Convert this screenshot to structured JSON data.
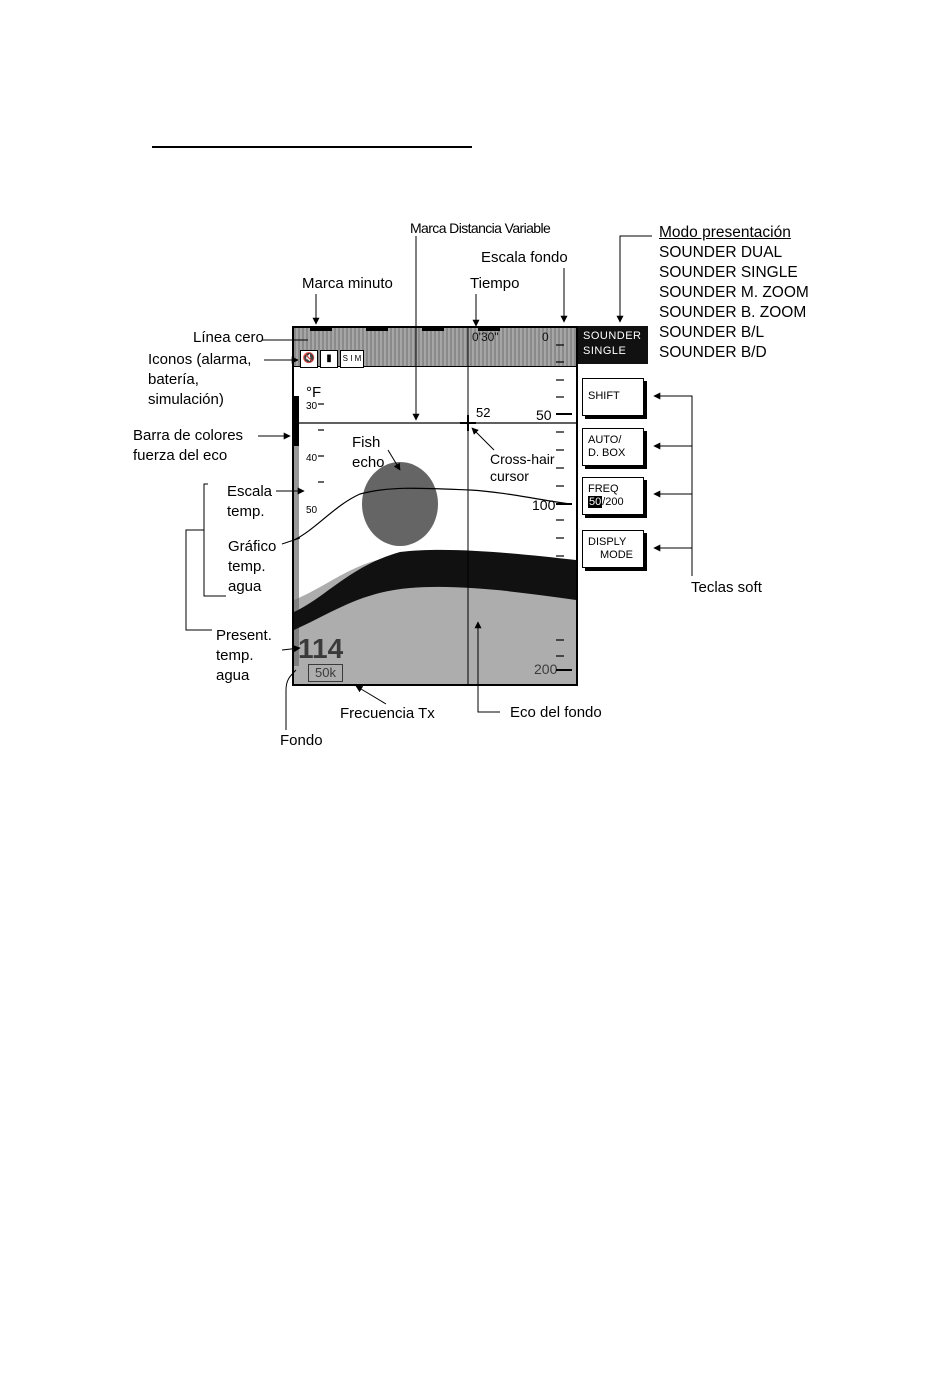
{
  "screen": {
    "time_label": "0'30\"",
    "zero_label": "0",
    "temp_unit": "°F",
    "temp_ticks": [
      "30",
      "40",
      "50"
    ],
    "cursor_value": "52",
    "depth_ticks": [
      "50",
      "100",
      "200"
    ],
    "depth_readout": "114",
    "tx_frequency": "50k",
    "icons": [
      "alarm-icon",
      "battery-icon",
      "simulation-icon"
    ],
    "sim_icon_text": "S I M"
  },
  "mode_box": {
    "line1": "SOUNDER",
    "line2": "SINGLE"
  },
  "soft_keys": [
    {
      "line1": "SHIFT",
      "line2": ""
    },
    {
      "line1": "AUTO/",
      "line2": "D. BOX"
    },
    {
      "line1": "FREQ",
      "sel": "50",
      "rest": "/200"
    },
    {
      "line1": "DISPLY",
      "line2": "MODE"
    }
  ],
  "labels": {
    "marca_distancia": "Marca Distancia Variable",
    "escala_fondo": "Escala fondo",
    "tiempo": "Tiempo",
    "marca_minuto": "Marca minuto",
    "linea_cero": "Línea cero",
    "iconos": "Iconos (alarma,",
    "bateria": "batería,",
    "simulacion": "simulación)",
    "barra_colores_1": "Barra de colores",
    "barra_colores_2": "fuerza del eco",
    "fish_1": "Fish",
    "fish_2": "echo",
    "cross_1": "Cross-hair",
    "cross_2": "cursor",
    "escala_temp_1": "Escala",
    "escala_temp_2": "temp.",
    "grafico_1": "Gráfico",
    "grafico_2": "temp.",
    "grafico_3": "agua",
    "present_1": "Present.",
    "present_2": "temp.",
    "present_3": "agua",
    "frecuencia_tx": "Frecuencia Tx",
    "eco_fondo": "Eco del fondo",
    "fondo": "Fondo",
    "teclas_soft": "Teclas soft"
  },
  "modes": {
    "header": "Modo presentación",
    "items": [
      "SOUNDER DUAL",
      "SOUNDER SINGLE",
      "SOUNDER M. ZOOM",
      "SOUNDER B. ZOOM",
      "SOUNDER B/L",
      "SOUNDER B/D"
    ]
  }
}
